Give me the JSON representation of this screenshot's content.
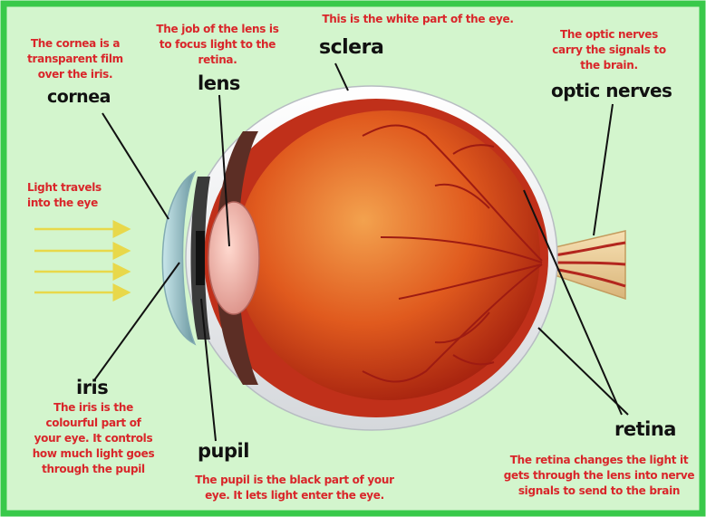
{
  "background_color": "#d3f5cd",
  "border_color": "#39c94a",
  "annotation_color": "#d9262a",
  "parts": {
    "cornea": {
      "label": "cornea",
      "note": "The cornea is a\ntransparent film\nover the iris."
    },
    "lens": {
      "label": "lens",
      "note": "The job of the lens is\nto focus light to the\nretina."
    },
    "sclera": {
      "label": "sclera",
      "note": "This is the white part of the eye."
    },
    "optic_nerves": {
      "label": "optic nerves",
      "note": "The optic nerves\ncarry the signals to\nthe brain."
    },
    "light": {
      "note": "Light travels\ninto the eye"
    },
    "iris": {
      "label": "iris",
      "note": "The iris is the\ncolourful part of\nyour eye. It controls\nhow much light goes\nthrough the pupil"
    },
    "pupil": {
      "label": "pupil",
      "note": "The pupil is the black part of your\neye. It lets light enter the eye."
    },
    "retina": {
      "label": "retina",
      "note": "The retina changes the light it\ngets through the lens into nerve\nsignals to send to the brain"
    }
  }
}
